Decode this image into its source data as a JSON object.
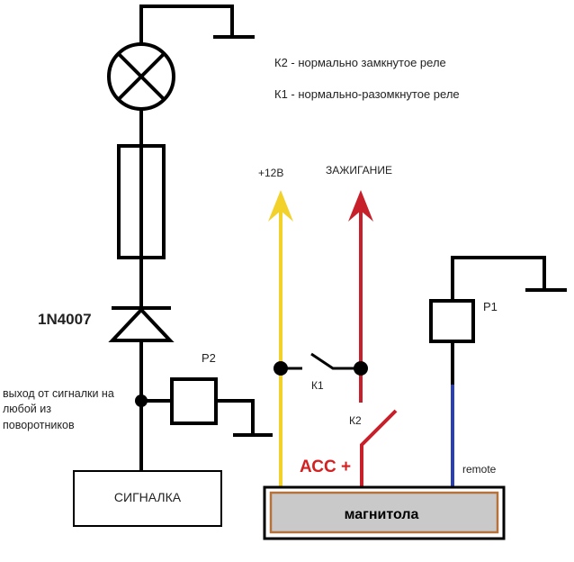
{
  "legend": {
    "k2": "К2 - нормально замкнутое реле",
    "k1": "К1 - нормально-разомкнутое реле"
  },
  "labels": {
    "plus12v": "+12В",
    "ignition": "ЗАЖИГАНИЕ",
    "diode": "1N4007",
    "p2": "Р2",
    "p1": "Р1",
    "k1": "К1",
    "k2": "К2",
    "acc": "АСС +",
    "remote": "remote",
    "alarm_out_line1": "выход от сигналки на",
    "alarm_out_line2": "любой из",
    "alarm_out_line3": "поворотников",
    "alarm_box": "СИГНАЛКА",
    "radio_box": "магнитола"
  },
  "colors": {
    "plus12v_wire": "#f2d12b",
    "ignition_wire": "#c8202a",
    "remote_wire": "#2b3fb5",
    "acc_text": "#d42020",
    "radio_fill": "#c9c9c9",
    "radio_border": "#b5723a"
  },
  "icons": [
    "lamp-icon",
    "fuse-icon",
    "diode-icon",
    "ground-icon",
    "relay-coil-icon",
    "switch-icon",
    "arrow-up-icon"
  ]
}
